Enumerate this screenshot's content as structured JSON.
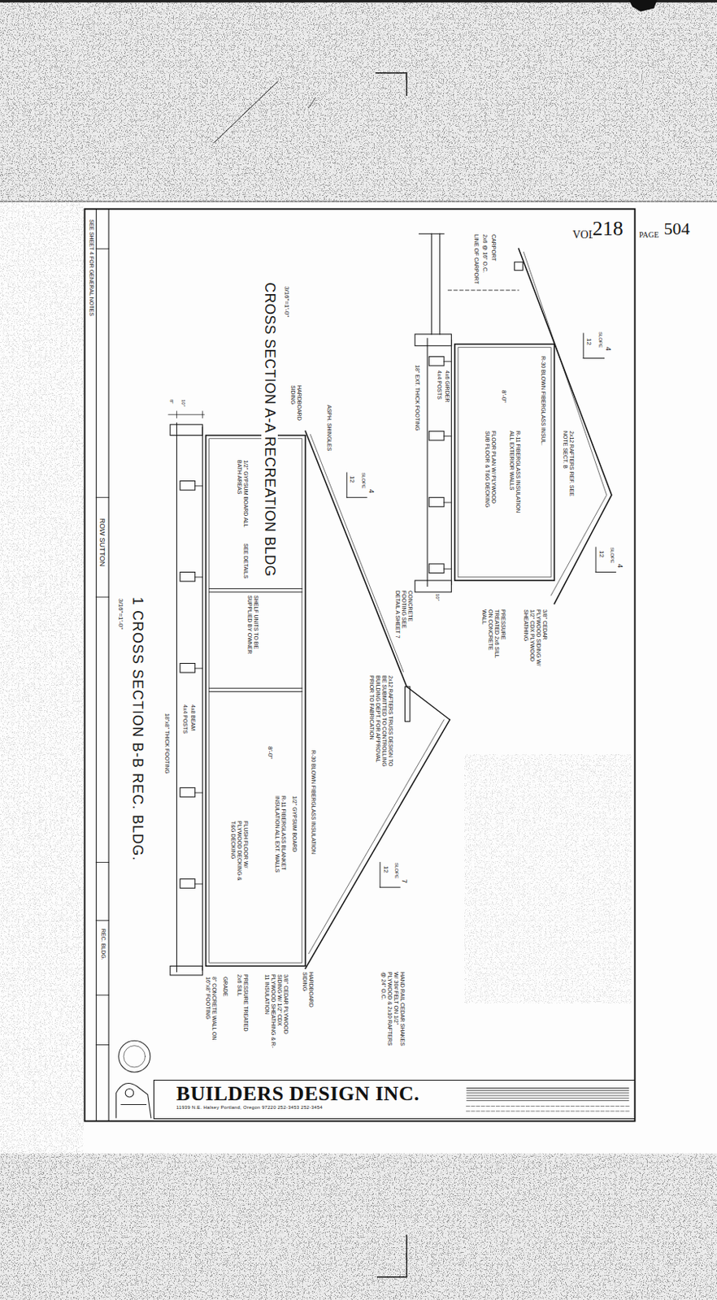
{
  "diagram": {
    "nodes": [
      {
        "text": [
          "BUILDERS DESIGN INC.",
          "11939 N.E. Halsey  Portland, Oregon 97220  252-3453  252-3454"
        ]
      }
    ],
    "labels": [
      "VOL",
      "218",
      "PAGE",
      "504",
      "SEE SHEET 4 FOR GENERAL NOTES",
      "ROW SUTTON",
      "REC. BLDG.",
      "CROSS SECTION A-A RECREATION BLDG",
      "3/16\"=1'-0\"",
      "1 CROSS SECTION B-B REC. BLDG.",
      "3/16\"=1'-0\"",
      "CARPORT",
      "2x6 @ 16\" O.C.",
      "LINE OF CARPORT",
      "12",
      "SLOPE",
      "4",
      "R-30 BLOWN FIBERGLASS INSUL.",
      "2x12 RAFTERS REF. SEE NOTE SECT. B",
      "R-11 FIBERGLASS INSULATION ALL EXTERIOR WALLS",
      "8'-0\"",
      "FLOOR PLAN W/ PLYWOOD SUB FLOOR & T&G DECKING",
      "4x6 GIRDER",
      "4x4 POSTS",
      "18\" EXT. THICK FOOTING",
      "10\"",
      "CONCRETE FOOTING SEE DETAIL A SHEET 7",
      "3/8\" CEDAR PLYWOOD SIDING W/ 1/2\" CDX PLYWOOD SHEATHING",
      "PRESSURE TREATED 2x6 SILL ON CONCRETE WALL",
      "HARDBOARD SIDING",
      "ASPH. SHINGLES",
      "1/2\" GYPSUM BOARD ALL BATH AREAS",
      "SEE DETAILS",
      "SHELF UNITS TO BE SUPPLIED BY OWNER",
      "4x8 BEAM",
      "4x4 POSTS",
      "18\"x8\" THICK FOOTING",
      "10\"",
      "8\"",
      "2x12 RAFTERS TRUSS DESIGN TO BE SUBMITTED TO CONTROLLING BUILDING DEPT. FOR APPROVAL PRIOR TO FABRICATION",
      "R-30 BLOWN FIBERGLASS INSULATION",
      "1/2\" GYPSUM BOARD",
      "R-11 FIBERGLASS BLANKET INSULATION ALL EXT. WALLS",
      "8'-0\"",
      "FLUSH FLOOR W/ PLYWOOD DECKING & T&G DECKING",
      "HAND RAIL CEDAR SHAKES W/ 30# FELT ON 1/2\" PLYWOOD & 2x10 RAFTERS @ 24\" O.C.",
      "HARDBOARD SIDING",
      "3/8\" CEDAR PLYWOOD SIDING W/ 1/2\" CDX PLYWOOD SHEATHING & R-11 INSULATION",
      "PRESSURE TREATED 2x6 SILL",
      "GRADE",
      "8\" CONCRETE WALL ON 16\"x8\" FOOTING",
      "12",
      "SLOPE",
      "4",
      "12",
      "SLOPE",
      "4",
      "12",
      "SLOPE",
      "7"
    ]
  }
}
